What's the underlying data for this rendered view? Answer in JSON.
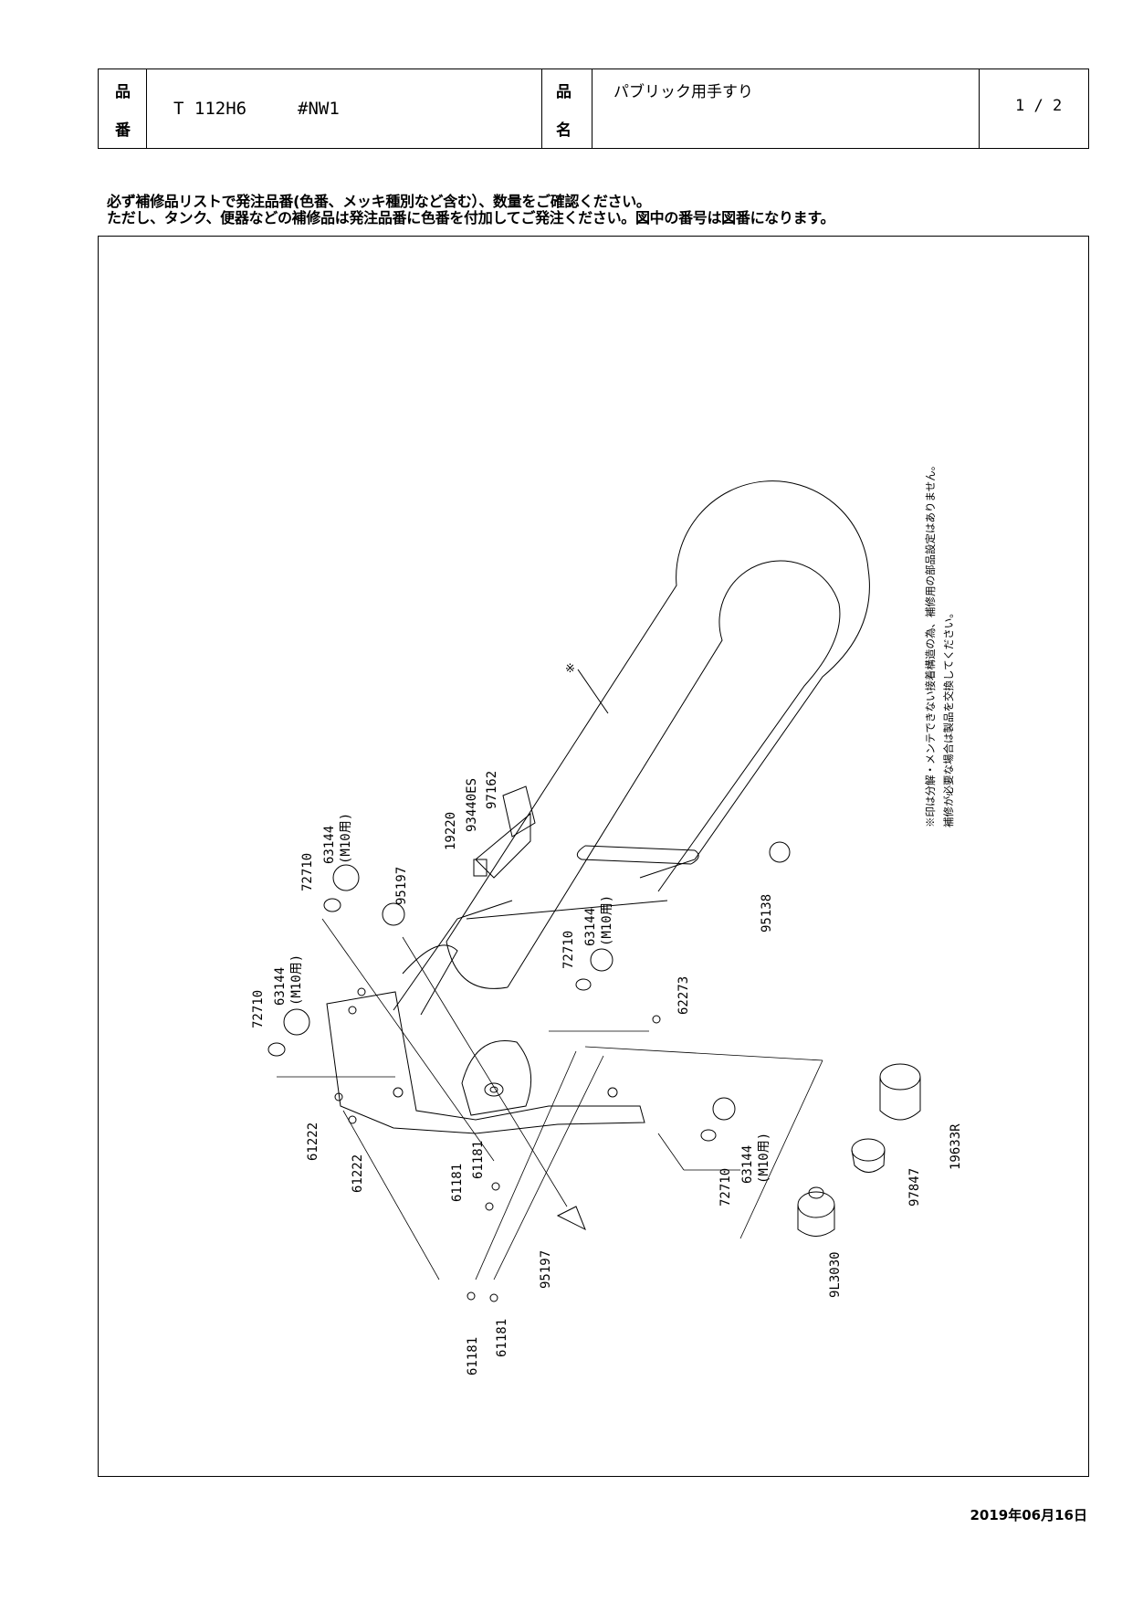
{
  "header": {
    "part_no_label_1": "品",
    "part_no_label_2": "番",
    "part_no": "T 112H6",
    "color_code": "#NW1",
    "part_name_label_1": "品",
    "part_name_label_2": "名",
    "part_name": "パブリック用手すり",
    "page": "1 / 2"
  },
  "notes": {
    "line1": "必ず補修品リストで発注品番(色番、メッキ種別など含む）、数量をご確認ください。",
    "line2": "ただし、タンク、便器などの補修品は発注品番に色番を付加してご発注ください。図中の番号は図番になります。"
  },
  "diagram": {
    "side_note_1": "※印は分解・メンテできない接着構造の為、補修用の部品設定はありません。",
    "side_note_2": "補修が必要な場合は製品を交換してください。",
    "asterisk": "※",
    "callouts": {
      "c97162": "97162",
      "c93440ES": "93440ES",
      "c19220": "19220",
      "c63144_a": "63144",
      "c63144_a_sub": "(M10用)",
      "c72710_a": "72710",
      "c95197_a": "95197",
      "c63144_b": "63144",
      "c63144_b_sub": "(M10用)",
      "c72710_b": "72710",
      "c63144_c": "63144",
      "c63144_c_sub": "(M10用)",
      "c72710_c": "72710",
      "c95138": "95138",
      "c62273": "62273",
      "c61222_a": "61222",
      "c61222_b": "61222",
      "c61181_a": "61181",
      "c61181_b": "61181",
      "c95197_b": "95197",
      "c61181_c": "61181",
      "c61181_d": "61181",
      "c63144_d": "63144",
      "c63144_d_sub": "(M10用)",
      "c72710_d": "72710",
      "c9L3030": "9L3030",
      "c97847": "97847",
      "c19633R": "19633R"
    }
  },
  "footer": {
    "date": "2019年06月16日"
  }
}
